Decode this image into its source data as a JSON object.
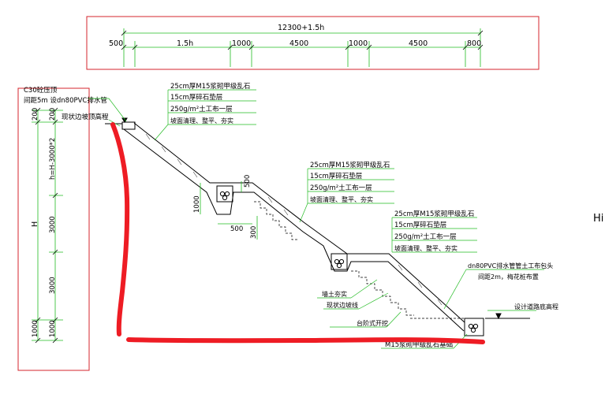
{
  "colors": {
    "line": "#000000",
    "dimension": "#22bb22",
    "frame": "#d4262c",
    "markup": "#ee1c24"
  },
  "top_dims": {
    "total": "12300+1.5h",
    "segments": [
      "500",
      "1.5h",
      "1000",
      "4500",
      "1000",
      "4500",
      "800"
    ]
  },
  "left_dims": {
    "top_pipe": "C30砼压顶",
    "top_pipe_2": "间距5m 设dn80PVC排水管",
    "h200a": "200",
    "h200b": "200",
    "hformula": "h=H-3000*2",
    "H": "H",
    "h3000a": "3000",
    "h3000b": "3000",
    "h1000a": "1000",
    "h1000b": "1000"
  },
  "labels": {
    "existing_top": "现状边坡顶高程",
    "design_bottom": "设计道路底高程",
    "backfill": "墙土夯实",
    "slope_line": "现状边坡线",
    "step_excavation": "台阶式开挖",
    "foundation": "M15浆砌甲级乱石基础",
    "drain_pipe": "dn80PVC排水管管土工布包头",
    "drain_pipe_2": "间距2m，梅花桩布置",
    "bench_dim_1000": "1000",
    "bench_dim_500a": "500",
    "bench_dim_500b": "500",
    "bench_dim_300": "300",
    "truncated": "Hi"
  },
  "layer_groups": [
    {
      "l1": "25cm厚M15浆砌甲级乱石",
      "l2": "15cm厚碎石垫层",
      "l3": "250g/m²土工布一层",
      "l4": "坡面清理、整平、夯实"
    },
    {
      "l1": "25cm厚M15浆砌甲级乱石",
      "l2": "15cm厚碎石垫层",
      "l3": "250g/m²土工布一层",
      "l4": "坡面清理、整平、夯实"
    },
    {
      "l1": "25cm厚M15浆砌甲级乱石",
      "l2": "15cm厚碎石垫层",
      "l3": "250g/m²土工布一层",
      "l4": "坡面清理、整平、夯实"
    }
  ]
}
